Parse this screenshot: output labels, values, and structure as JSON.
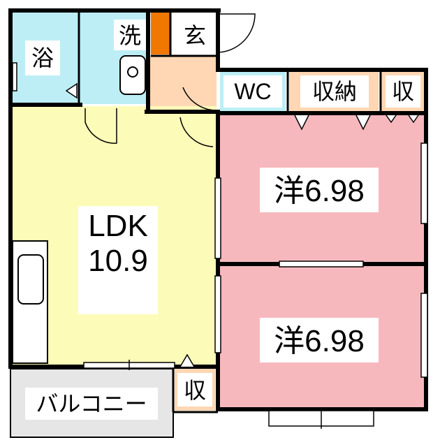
{
  "rooms": {
    "bath": "浴",
    "washroom": "洗",
    "entrance": "玄",
    "toilet": "WC",
    "storage_main": "収納",
    "storage_small": "収",
    "bedroom_upper": "洋6.98",
    "bedroom_lower": "洋6.98",
    "ldk_name": "LDK",
    "ldk_size": "10.9",
    "balcony": "バルコニー",
    "storage_balcony": "収"
  },
  "colors": {
    "bath": "#bdeef5",
    "washroom": "#bdeef5",
    "entrance": "#ffd7b4",
    "entrance_accent": "#f07800",
    "toilet": "#bdeef5",
    "storage": "#ffd7b4",
    "bedroom": "#f7b8bd",
    "ldk": "#fdfbb8",
    "balcony": "#e6e6e6",
    "wall": "#000000",
    "label_bg": "#ffffff"
  }
}
